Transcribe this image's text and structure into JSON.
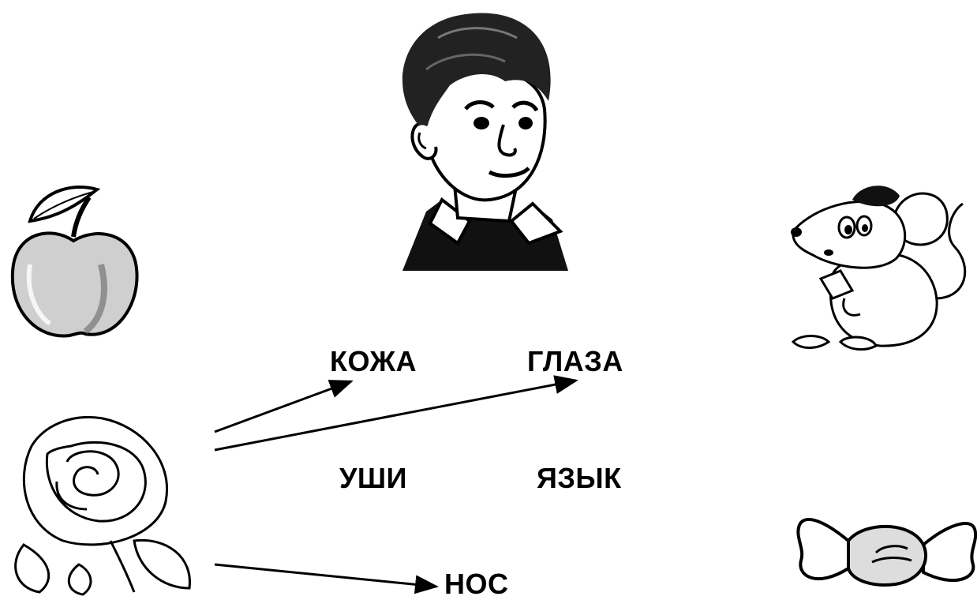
{
  "words": {
    "skin": "КОЖА",
    "eyes": "ГЛАЗА",
    "ears": "УШИ",
    "tongue": "ЯЗЫК",
    "nose": "НОС"
  },
  "pictures": {
    "boy": "boy-face-icon",
    "apple": "apple-icon",
    "rose": "rose-icon",
    "mouse": "mouse-icon",
    "candy": "candy-icon"
  },
  "colors": {
    "ink": "#000000",
    "background": "#ffffff"
  }
}
